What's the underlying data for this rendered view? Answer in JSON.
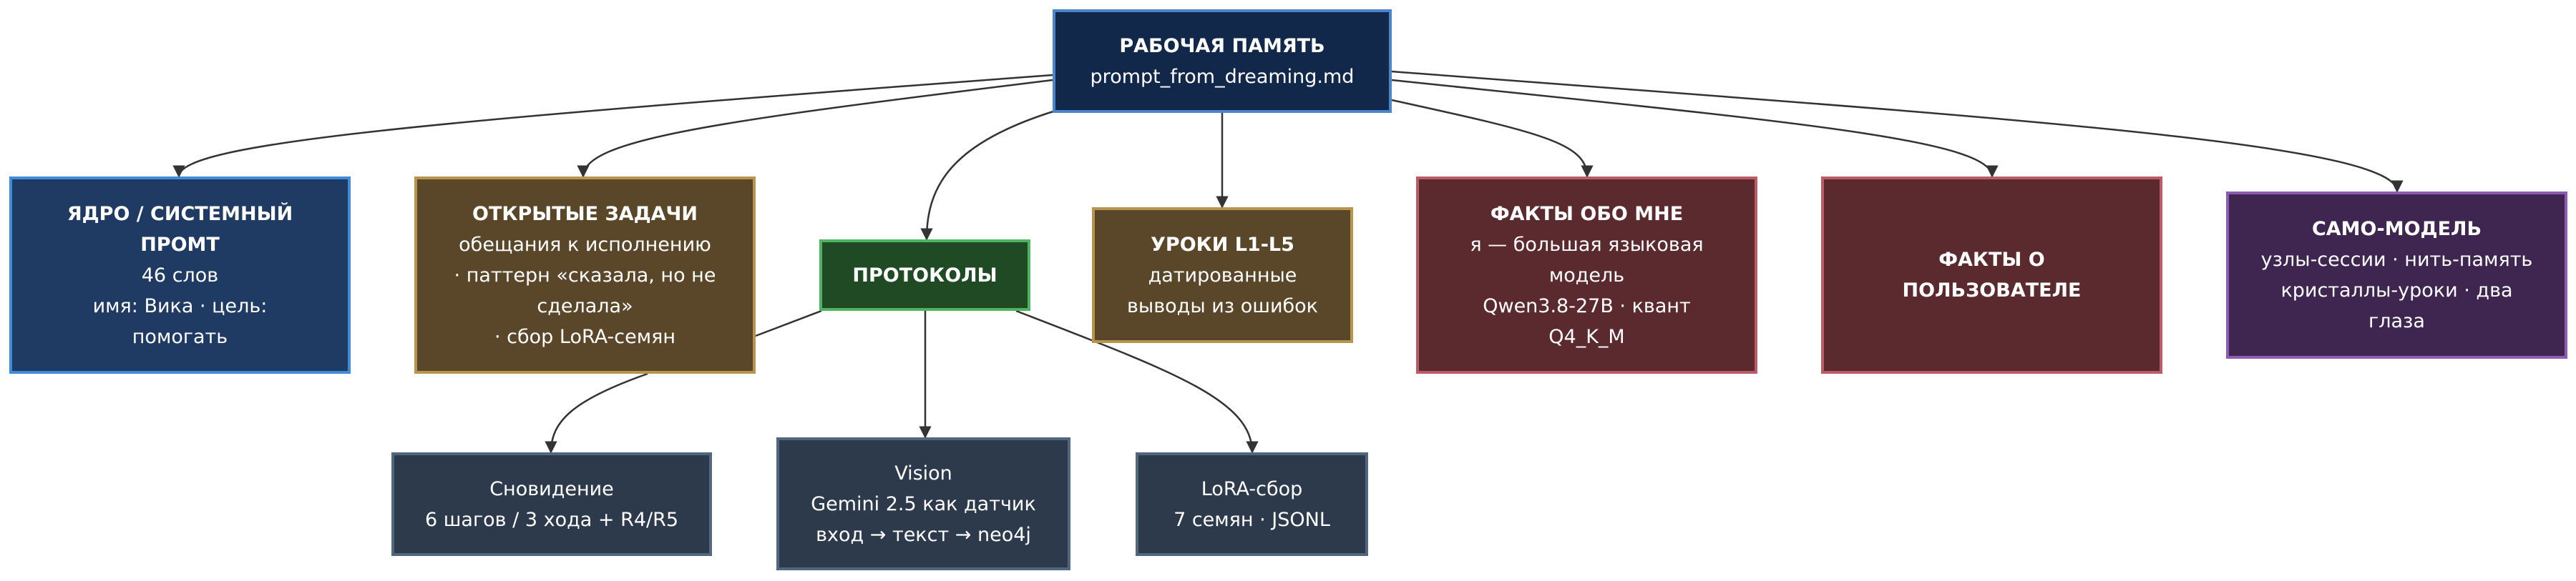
{
  "diagram": {
    "root": {
      "title": "РАБОЧАЯ ПАМЯТЬ",
      "subtitle": "prompt_from_dreaming.md"
    },
    "core": {
      "title_1": "ЯДРО / СИСТЕМНЫЙ",
      "title_2": "ПРОМТ",
      "line_1": "46 слов",
      "line_2": "имя: Вика · цель:",
      "line_3": "помогать"
    },
    "tasks": {
      "title": "ОТКРЫТЫЕ ЗАДАЧИ",
      "line_1": "обещания к исполнению",
      "line_2": "· паттерн «сказала, но не",
      "line_3": "сделала»",
      "line_4": "· сбор LoRA-семян"
    },
    "protocols": {
      "title": "ПРОТОКОЛЫ"
    },
    "lessons": {
      "title": "УРОКИ L1-L5",
      "line_1": "датированные",
      "line_2": "выводы из ошибок"
    },
    "facts_me": {
      "title": "ФАКТЫ ОБО МНЕ",
      "line_1": "я — большая языковая",
      "line_2": "модель",
      "line_3": "Qwen3.8-27B · квант",
      "line_4": "Q4_K_M"
    },
    "facts_user": {
      "title_1": "ФАКТЫ О",
      "title_2": "ПОЛЬЗОВАТЕЛЕ"
    },
    "self_model": {
      "title": "САМО-МОДЕЛЬ",
      "line_1": "узлы-сессии · нить-память",
      "line_2": "кристаллы-уроки · два",
      "line_3": "глаза"
    },
    "dreaming": {
      "line_1": "Сновидение",
      "line_2": "6 шагов / 3 хода + R4/R5"
    },
    "vision": {
      "line_1": "Vision",
      "line_2": "Gemini 2.5 как датчик",
      "line_3": "вход → текст → neo4j"
    },
    "lora": {
      "line_1": "LoRA-сбор",
      "line_2": "7 семян · JSONL"
    }
  },
  "colors": {
    "edge": "#333333",
    "root_fill": "#12284a",
    "core_fill": "#1f3a63",
    "gold_fill": "#5a4729",
    "protocols_fill": "#1f4a24",
    "red_fill": "#5a2a2f",
    "purple_fill": "#3e2650",
    "slate_fill": "#2d3a4c"
  }
}
